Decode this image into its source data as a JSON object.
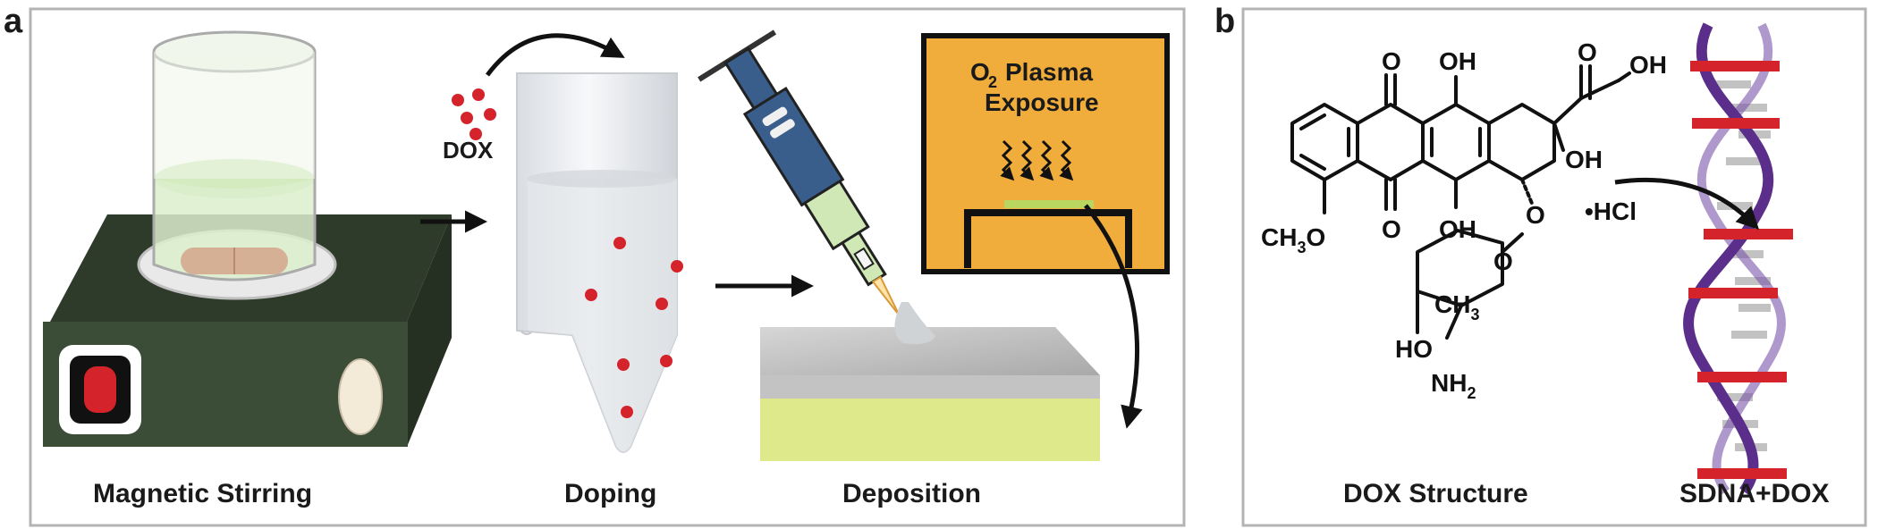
{
  "panels": [
    {
      "letter": "a"
    },
    {
      "letter": "b"
    }
  ],
  "panel_a": {
    "steps": [
      "Magnetic Stirring",
      "Doping",
      "Deposition"
    ],
    "dox_label": "DOX",
    "plasma_title_1": "O",
    "plasma_subscript": "2",
    "plasma_title_2": "Plasma",
    "plasma_title_3": "Exposure"
  },
  "panel_b": {
    "captions": [
      "DOX Structure",
      "SDNA+DOX"
    ],
    "groups": {
      "o_top1": "O",
      "oh_top": "OH",
      "o_ketone": "O",
      "oh_end": "OH",
      "oh_ring": "OH",
      "methoxy_a": "CH",
      "methoxy_sub": "3",
      "methoxy_b": "O",
      "o_bottom": "O",
      "oh_bottom": "OH",
      "o_glyco": "O",
      "o_sugar": "O",
      "ch3_a": "CH",
      "ch3_sub": "3",
      "ho": "HO",
      "nh_a": "NH",
      "nh_sub": "2",
      "hcl": "•HCl"
    }
  },
  "colors": {
    "border": "#b4b4b4",
    "hotplate_dark": "#2f3b2a",
    "hotplate_base": "#3c4d37",
    "plasma_box": "#f0ad3c",
    "film_green": "#dde98a",
    "dox_red": "#d4232b",
    "dna_purple": "#5a2e8a",
    "base_pair_red": "#d4232b"
  }
}
